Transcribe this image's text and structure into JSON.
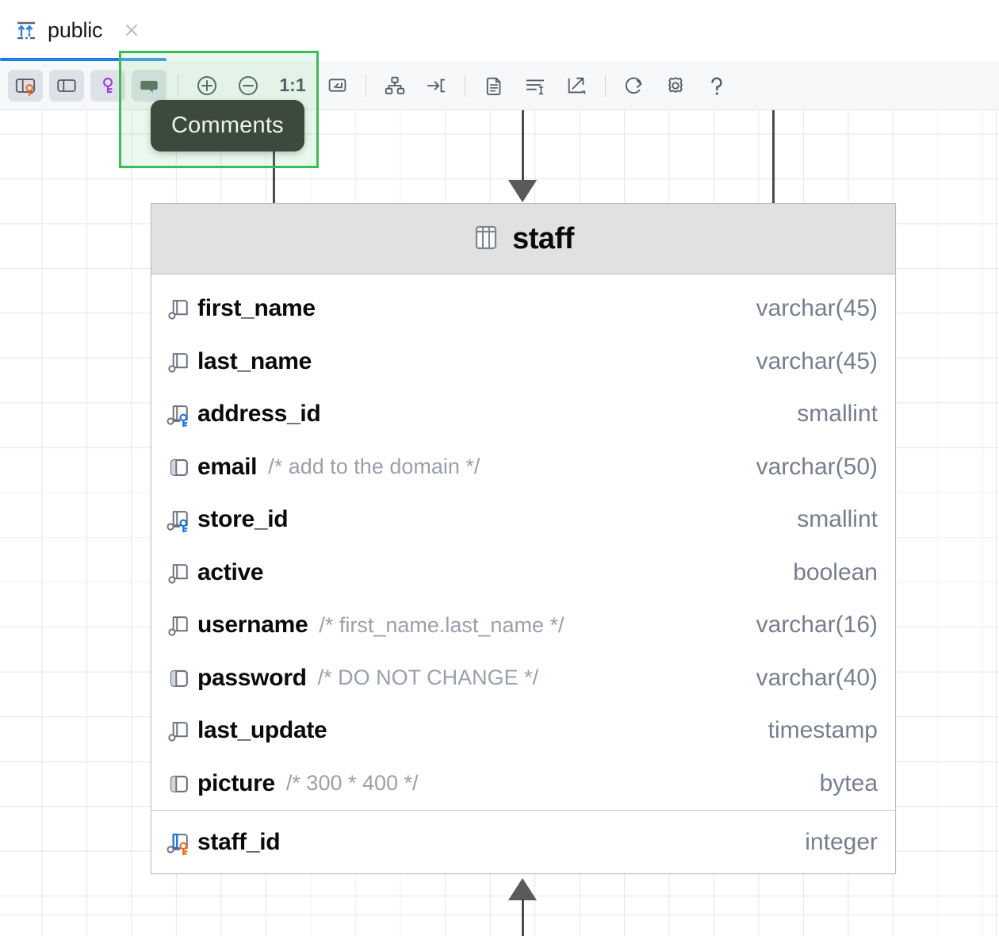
{
  "tab": {
    "label": "public",
    "icon": "diagram-tab-icon",
    "close_icon": "close-icon"
  },
  "progress": {
    "visible": true,
    "primary_color": "#1a7fe8",
    "secondary_color": "#3d9ae8"
  },
  "toolbar": {
    "buttons": [
      {
        "name": "show-table-columns-toggle",
        "icon": "table-key-icon",
        "label": "",
        "active": true
      },
      {
        "name": "show-columns-panel-toggle",
        "icon": "split-panel-icon",
        "label": "",
        "active": true
      },
      {
        "name": "show-keys-toggle",
        "icon": "key-icon",
        "label": "",
        "active": true
      },
      {
        "name": "show-comments-toggle",
        "icon": "comment-bubble-icon",
        "label": "",
        "active": true
      },
      {
        "name": "zoom-in-button",
        "icon": "plus-circle-icon",
        "label": "",
        "active": false
      },
      {
        "name": "zoom-out-button",
        "icon": "minus-circle-icon",
        "label": "",
        "active": false
      },
      {
        "name": "zoom-reset-button",
        "icon": "",
        "label": "1:1",
        "active": false
      },
      {
        "name": "fit-to-screen-button",
        "icon": "fit-screen-icon",
        "label": "",
        "active": false
      },
      {
        "name": "layout-button",
        "icon": "hierarchy-icon",
        "label": "",
        "active": false
      },
      {
        "name": "go-to-button",
        "icon": "arrow-into-bracket-icon",
        "label": "",
        "active": false
      },
      {
        "name": "copy-diagram-button",
        "icon": "copy-document-icon",
        "label": "",
        "active": false
      },
      {
        "name": "edit-text-button",
        "icon": "text-cursor-list-icon",
        "label": "",
        "active": false
      },
      {
        "name": "export-button",
        "icon": "export-arrow-icon",
        "label": "",
        "active": false
      },
      {
        "name": "refresh-button",
        "icon": "refresh-icon",
        "label": "",
        "active": false
      },
      {
        "name": "settings-button",
        "icon": "gear-icon",
        "label": "",
        "active": false
      },
      {
        "name": "help-button",
        "icon": "question-mark-icon",
        "label": "?",
        "active": false
      }
    ],
    "zoom_level": "1:1"
  },
  "tooltip": {
    "text": "Comments",
    "background": "#3c4a3e",
    "highlight_color": "#3cbb5a"
  },
  "diagram": {
    "table": {
      "name": "staff",
      "icon": "table-icon",
      "columns": [
        {
          "name": "first_name",
          "type": "varchar(45)",
          "comment": "",
          "icon": "column-nullable-icon"
        },
        {
          "name": "last_name",
          "type": "varchar(45)",
          "comment": "",
          "icon": "column-nullable-icon"
        },
        {
          "name": "address_id",
          "type": "smallint",
          "comment": "",
          "icon": "column-foreign-key-icon"
        },
        {
          "name": "email",
          "type": "varchar(50)",
          "comment": "/* add to the domain */",
          "icon": "column-not-null-icon"
        },
        {
          "name": "store_id",
          "type": "smallint",
          "comment": "",
          "icon": "column-foreign-key-icon"
        },
        {
          "name": "active",
          "type": "boolean",
          "comment": "",
          "icon": "column-nullable-icon"
        },
        {
          "name": "username",
          "type": "varchar(16)",
          "comment": "/* first_name.last_name */",
          "icon": "column-nullable-icon"
        },
        {
          "name": "password",
          "type": "varchar(40)",
          "comment": "/* DO NOT CHANGE */",
          "icon": "column-not-null-icon"
        },
        {
          "name": "last_update",
          "type": "timestamp",
          "comment": "",
          "icon": "column-nullable-icon"
        },
        {
          "name": "picture",
          "type": "bytea",
          "comment": "/* 300 * 400 */",
          "icon": "column-not-null-icon"
        }
      ],
      "primary_key": {
        "name": "staff_id",
        "type": "integer",
        "comment": "",
        "icon": "column-primary-key-icon"
      }
    },
    "relations": [
      {
        "name": "relation-line-left",
        "direction": "down",
        "arrow": false
      },
      {
        "name": "relation-line-center",
        "direction": "down",
        "arrow": true
      },
      {
        "name": "relation-line-right",
        "direction": "down",
        "arrow": false
      },
      {
        "name": "relation-line-bottom",
        "direction": "up",
        "arrow": true
      }
    ]
  }
}
